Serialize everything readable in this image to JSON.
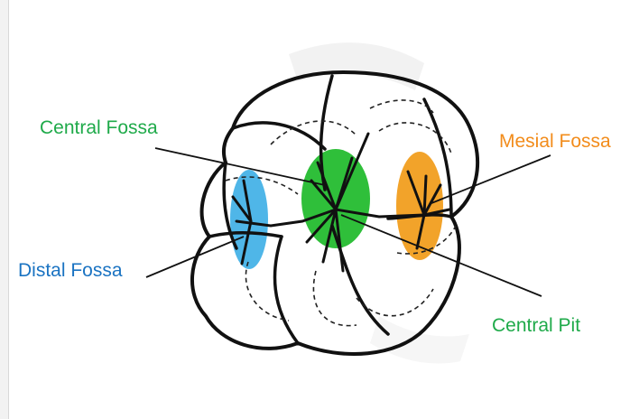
{
  "labels": {
    "central_fossa": "Central Fossa",
    "mesial_fossa": "Mesial Fossa",
    "distal_fossa": "Distal Fossa",
    "central_pit": "Central Pit"
  },
  "colors": {
    "central_fossa": "#1faa4a",
    "mesial_fossa": "#f28c1b",
    "distal_fossa": "#1a73c2",
    "central_pit": "#1faa4a",
    "distal_region": "#4fb6e8",
    "central_region": "#2fbf3a",
    "mesial_region": "#f2a32a",
    "outline": "#111111"
  }
}
